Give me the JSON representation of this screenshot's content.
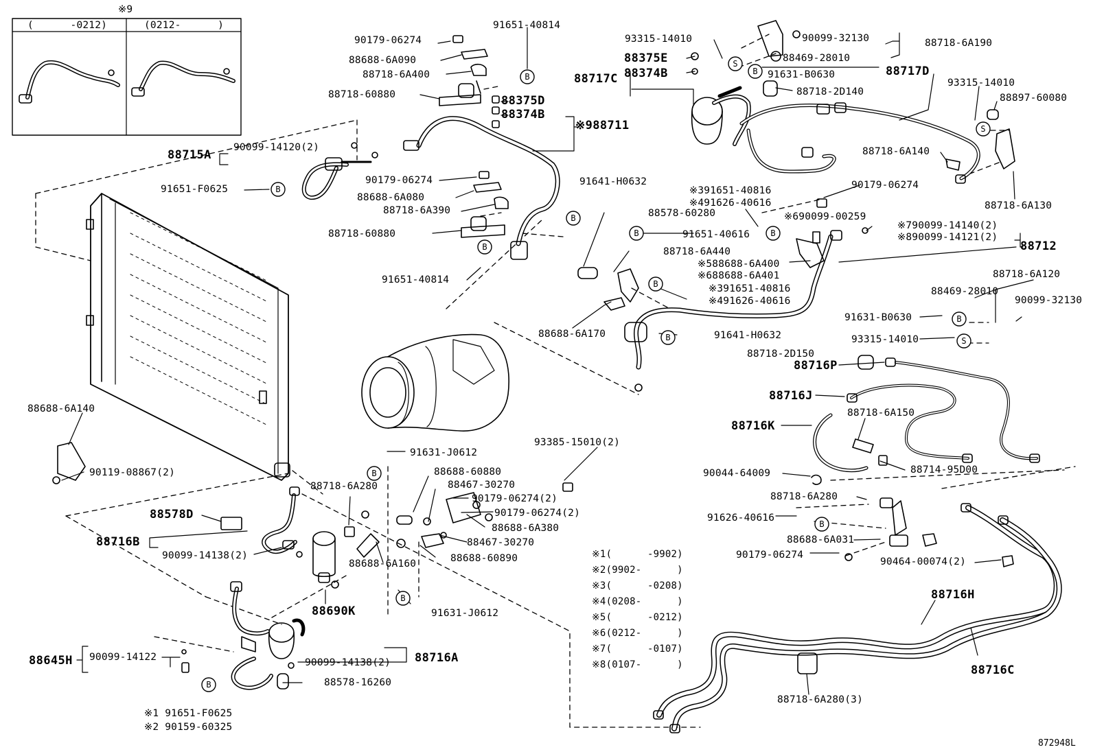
{
  "figure": {
    "code": "872948L",
    "inset": {
      "mark": "※9",
      "left_range": "(      -0212)",
      "right_range": "(0212-      )"
    },
    "notes": [
      {
        "mark": "※1",
        "range": "(      -9902)"
      },
      {
        "mark": "※2",
        "range": "(9902-      )"
      },
      {
        "mark": "※3",
        "range": "(      -0208)"
      },
      {
        "mark": "※4",
        "range": "(0208-      )"
      },
      {
        "mark": "※5",
        "range": "(      -0212)"
      },
      {
        "mark": "※6",
        "range": "(0212-      )"
      },
      {
        "mark": "※7",
        "range": "(      -0107)"
      },
      {
        "mark": "※8",
        "range": "(0107-      )"
      }
    ]
  },
  "symbols": {
    "bolt": "B",
    "screw": "S"
  },
  "assemblies": {
    "a88711": "※988711",
    "a88712": "88712",
    "a88715A": "88715A",
    "a88717C": "88717C",
    "a88717D": "88717D",
    "a88716P": "88716P",
    "a88716J": "88716J",
    "a88716K": "88716K",
    "a88716H": "88716H",
    "a88716C": "88716C",
    "a88716B": "88716B",
    "a88716A": "88716A",
    "a88578D": "88578D",
    "a88690K": "88690K",
    "a88645H": "88645H",
    "a88375E": "88375E",
    "a88374B_top": "88374B",
    "a88375D": "88375D",
    "a88374B": "88374B"
  },
  "parts": {
    "p01": "91651-40814",
    "p02": "90179-06274",
    "p03": "88688-6A090",
    "p04": "88718-6A400",
    "p05": "88718-60880",
    "p06": "90099-14120(2)",
    "p07": "91651-F0625",
    "p08": "90179-06274",
    "p09": "88688-6A080",
    "p10": "88718-6A390",
    "p11": "88718-60880",
    "p12": "91651-40814",
    "p13": "91641-H0632",
    "p14": "93315-14010",
    "p15": "90099-32130",
    "p16": "88718-6A190",
    "p17": "88469-28010",
    "p18": "91631-B0630",
    "p19": "88718-2D140",
    "p20": "93315-14010",
    "p21": "88897-60080",
    "p22": "88718-6A140",
    "p23": "88718-6A130",
    "p24": "※391651-40816",
    "p25": "※491626-40616",
    "p26": "90179-06274",
    "p27": "88578-60280",
    "p28": "※690099-00259",
    "p29": "91651-40616",
    "p30": "※790099-14140(2)",
    "p31": "※890099-14121(2)",
    "p32": "88718-6A440",
    "p33": "※588688-6A400",
    "p34": "※688688-6A401",
    "p35": "※391651-40816",
    "p36": "※491626-40616",
    "p37": "88718-6A120",
    "p38": "88469-28010",
    "p39": "90099-32130",
    "p40": "91631-B0630",
    "p41": "88688-6A170",
    "p42": "91641-H0632",
    "p43": "93315-14010",
    "p44": "88718-2D150",
    "p45": "88718-6A150",
    "p46": "90044-64009",
    "p47": "88714-95D00",
    "p48": "88718-6A280",
    "p49": "91626-40616",
    "p50": "88688-6A031",
    "p51": "90179-06274",
    "p52": "90464-00074(2)",
    "p53": "88718-6A280(3)",
    "p54": "88688-6A140",
    "p55": "90119-08867(2)",
    "p56": "91631-J0612",
    "p57": "93385-15010(2)",
    "p58": "88688-60880",
    "p59": "88467-30270",
    "p60": "90179-06274(2)",
    "p61": "90179-06274(2)",
    "p62": "88688-6A380",
    "p63": "88467-30270",
    "p64": "88688-60890",
    "p65": "88688-6A160",
    "p66": "88718-6A280",
    "p67": "90099-14138(2)",
    "p68": "91631-J0612",
    "p69": "90099-14122",
    "p70": "90099-14138(2)",
    "p71": "88578-16260",
    "p72": "※1 91651-F0625",
    "p73": "※2 90159-60325"
  }
}
